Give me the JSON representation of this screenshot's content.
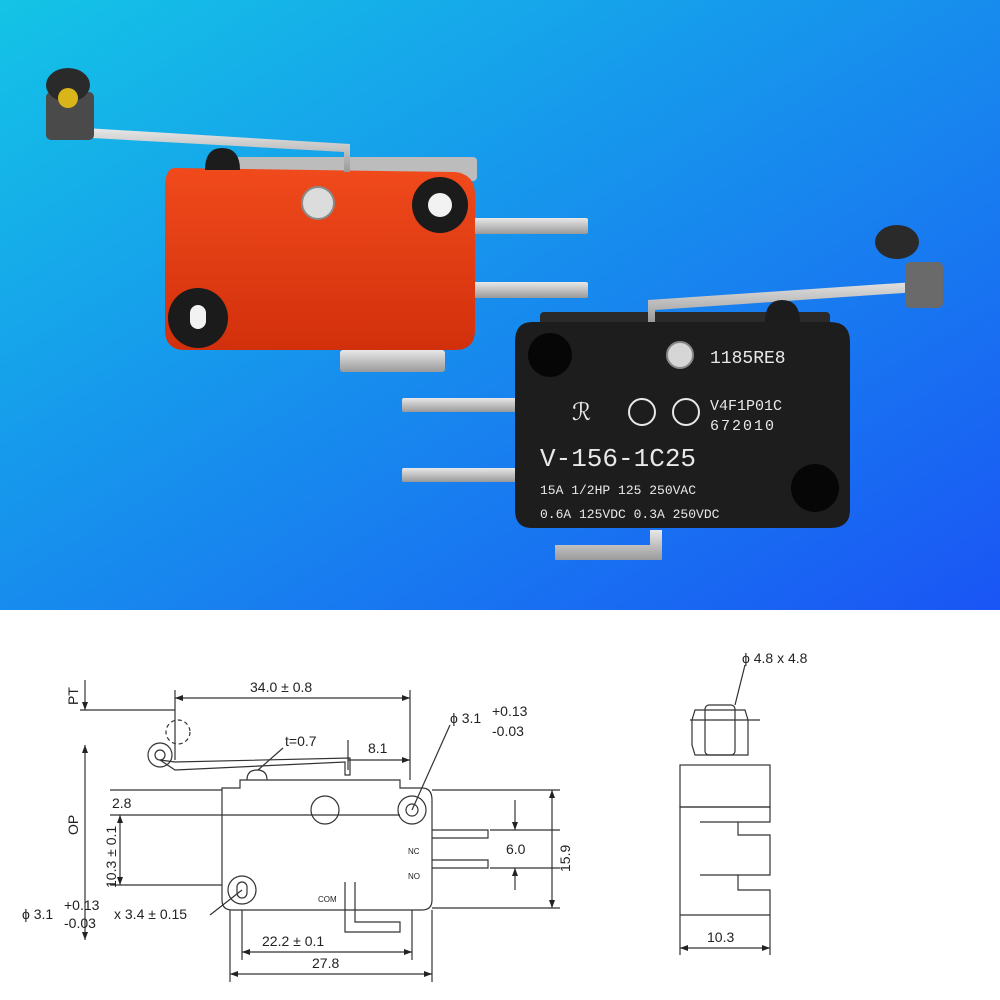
{
  "colors": {
    "background_gradient": [
      "#14c4e6",
      "#1a55f5"
    ],
    "red_body": "#ea3b12",
    "black_body": "#1d1d1d",
    "metal": "#c9c9c9"
  },
  "product_photo": {
    "black_switch": {
      "lot_code": "1185RE8",
      "approval_code": "V4F1P01C",
      "file_number": "672010",
      "model": "V-156-1C25",
      "rating_line_1": "15A 1/2HP 125 250VAC",
      "rating_line_2": "0.6A  125VDC 0.3A  250VDC"
    }
  },
  "dimension_drawing": {
    "length": "34.0 ± 0.8",
    "thickness": "t=0.7",
    "offset": "8.1",
    "mount_hole": "ϕ 3.1",
    "mount_hole_tol_plus": "+0.13",
    "mount_hole_tol_minus": "-0.03",
    "top_offset": "2.8",
    "terminal_pitch": "6.0",
    "body_height": "15.9",
    "lever_height": "10.3 ± 0.1",
    "slot_hole": "ϕ 3.1",
    "slot_tol_plus": "+0.13",
    "slot_tol_minus": "-0.03",
    "slot_size": "x 3.4 ± 0.15",
    "hole_spacing": "22.2 ± 0.1",
    "body_length": "27.8",
    "pt_label": "PT",
    "op_label": "OP",
    "nc_label": "NC",
    "no_label": "NO",
    "com_label": "COM",
    "roller_size": "ϕ 4.8 x 4.8",
    "side_width": "10.3"
  }
}
